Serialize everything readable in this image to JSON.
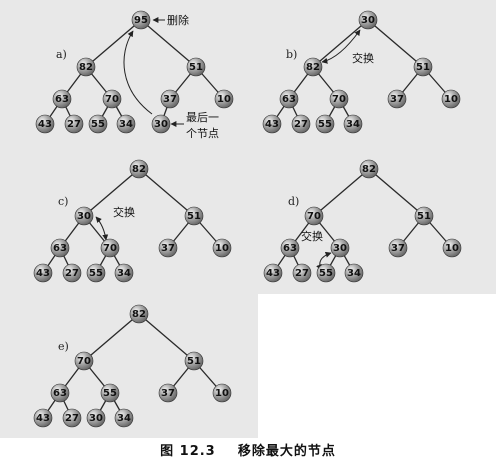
{
  "caption": {
    "figure_number": "图 12.3",
    "title": "移除最大的节点"
  },
  "colors": {
    "background": "#e8e8e8",
    "node_fill": "#9a9a9a",
    "node_highlight": "#efefef",
    "edge": "#2a2a2a"
  },
  "panels": [
    {
      "id": "a",
      "label": "a)",
      "nodes": [
        {
          "id": "root",
          "value": "95"
        },
        {
          "id": "l",
          "value": "82"
        },
        {
          "id": "r",
          "value": "51"
        },
        {
          "id": "ll",
          "value": "63"
        },
        {
          "id": "lr",
          "value": "70"
        },
        {
          "id": "rl",
          "value": "37"
        },
        {
          "id": "rr",
          "value": "10"
        },
        {
          "id": "lll",
          "value": "43"
        },
        {
          "id": "llr",
          "value": "27"
        },
        {
          "id": "lrl",
          "value": "55"
        },
        {
          "id": "lrr",
          "value": "34"
        },
        {
          "id": "rll",
          "value": "30"
        }
      ],
      "annotations": [
        {
          "id": "delete",
          "text": "删除"
        },
        {
          "id": "last-line1",
          "text": "最后一"
        },
        {
          "id": "last-line2",
          "text": "个节点"
        }
      ]
    },
    {
      "id": "b",
      "label": "b)",
      "nodes": [
        {
          "id": "root",
          "value": "30"
        },
        {
          "id": "l",
          "value": "82"
        },
        {
          "id": "r",
          "value": "51"
        },
        {
          "id": "ll",
          "value": "63"
        },
        {
          "id": "lr",
          "value": "70"
        },
        {
          "id": "rl",
          "value": "37"
        },
        {
          "id": "rr",
          "value": "10"
        },
        {
          "id": "lll",
          "value": "43"
        },
        {
          "id": "llr",
          "value": "27"
        },
        {
          "id": "lrl",
          "value": "55"
        },
        {
          "id": "lrr",
          "value": "34"
        }
      ],
      "annotations": [
        {
          "id": "swap",
          "text": "交换"
        }
      ]
    },
    {
      "id": "c",
      "label": "c)",
      "nodes": [
        {
          "id": "root",
          "value": "82"
        },
        {
          "id": "l",
          "value": "30"
        },
        {
          "id": "r",
          "value": "51"
        },
        {
          "id": "ll",
          "value": "63"
        },
        {
          "id": "lr",
          "value": "70"
        },
        {
          "id": "rl",
          "value": "37"
        },
        {
          "id": "rr",
          "value": "10"
        },
        {
          "id": "lll",
          "value": "43"
        },
        {
          "id": "llr",
          "value": "27"
        },
        {
          "id": "lrl",
          "value": "55"
        },
        {
          "id": "lrr",
          "value": "34"
        }
      ],
      "annotations": [
        {
          "id": "swap",
          "text": "交换"
        }
      ]
    },
    {
      "id": "d",
      "label": "d)",
      "nodes": [
        {
          "id": "root",
          "value": "82"
        },
        {
          "id": "l",
          "value": "70"
        },
        {
          "id": "r",
          "value": "51"
        },
        {
          "id": "ll",
          "value": "63"
        },
        {
          "id": "lr",
          "value": "30"
        },
        {
          "id": "rl",
          "value": "37"
        },
        {
          "id": "rr",
          "value": "10"
        },
        {
          "id": "lll",
          "value": "43"
        },
        {
          "id": "llr",
          "value": "27"
        },
        {
          "id": "lrl",
          "value": "55"
        },
        {
          "id": "lrr",
          "value": "34"
        }
      ],
      "annotations": [
        {
          "id": "swap",
          "text": "交换"
        }
      ]
    },
    {
      "id": "e",
      "label": "e)",
      "nodes": [
        {
          "id": "root",
          "value": "82"
        },
        {
          "id": "l",
          "value": "70"
        },
        {
          "id": "r",
          "value": "51"
        },
        {
          "id": "ll",
          "value": "63"
        },
        {
          "id": "lr",
          "value": "55"
        },
        {
          "id": "rl",
          "value": "37"
        },
        {
          "id": "rr",
          "value": "10"
        },
        {
          "id": "lll",
          "value": "43"
        },
        {
          "id": "llr",
          "value": "27"
        },
        {
          "id": "lrl",
          "value": "30"
        },
        {
          "id": "lrr",
          "value": "34"
        }
      ],
      "annotations": []
    }
  ]
}
